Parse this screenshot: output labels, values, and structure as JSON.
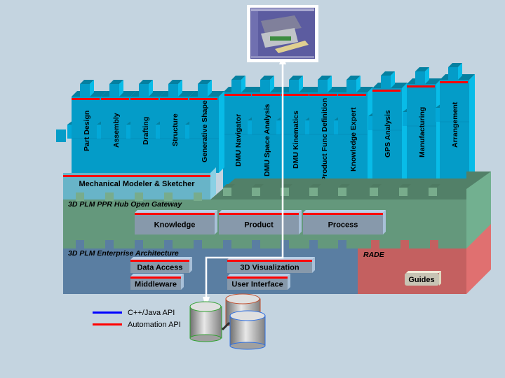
{
  "diagram": {
    "title_image": "application-screenshot-thumbnail",
    "apps_left": [
      "Part Design",
      "Assembly",
      "Drafting",
      "Structure",
      "Generative Shape"
    ],
    "apps_right": [
      "DMU Navigator",
      "DMU Space Analysis",
      "DMU Kinematics",
      "Product Func Definition",
      "Knowledge Expert",
      "GPS Analysis",
      "Manufacturing",
      "Arrangement"
    ],
    "mechanical_layer": "Mechanical Modeler & Sketcher",
    "hub_layer": {
      "title": "3D PLM PPR Hub Open Gateway",
      "modules": [
        "Knowledge",
        "Product",
        "Process"
      ]
    },
    "enterprise_layer": {
      "title": "3D PLM Enterprise Architecture",
      "modules": [
        "Data Access",
        "Middleware",
        "3D Visualization",
        "User Interface"
      ]
    },
    "rade_layer": {
      "title": "RADE",
      "modules": [
        "Guides"
      ]
    },
    "legend": [
      {
        "label": "C++/Java API",
        "color": "#0000ff"
      },
      {
        "label": "Automation API",
        "color": "#ff0000"
      }
    ],
    "colors": {
      "background": "#c4d4e0",
      "app_blue": "#049cc8",
      "hub_green": "#64987c",
      "enterprise_blue": "#5a7ea2",
      "rade_red": "#c46060",
      "module_gray": "#8799ab",
      "automation_red": "#ff0000"
    }
  }
}
